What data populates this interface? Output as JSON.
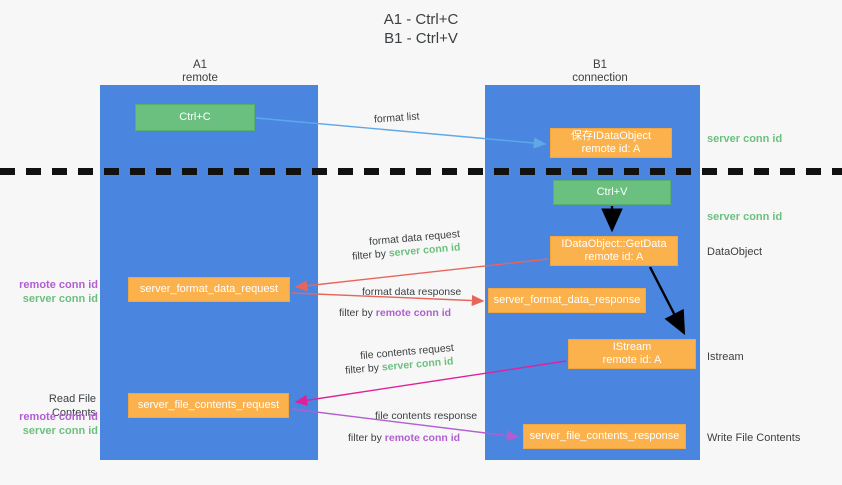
{
  "title": {
    "line1": "A1 - Ctrl+C",
    "line2": "B1 - Ctrl+V"
  },
  "lanes": [
    {
      "name": "A1",
      "sub": "remote"
    },
    {
      "name": "B1",
      "sub": "connection"
    }
  ],
  "nodes": {
    "ctrl_c": {
      "label": "Ctrl+C",
      "color": "#6cc07f"
    },
    "save_idataobject": {
      "line1": "保存IDataObject",
      "line2": "remote id: A",
      "color": "#fbb14c"
    },
    "ctrl_v": {
      "label": "Ctrl+V",
      "color": "#6cc07f"
    },
    "getdata": {
      "line1": "IDataObject::GetData",
      "line2": "remote id: A",
      "color": "#fbb14c"
    },
    "server_format_data_request": {
      "label": "server_format_data_request",
      "color": "#fbb14c"
    },
    "server_format_data_response": {
      "label": "server_format_data_response",
      "color": "#fbb14c"
    },
    "istream": {
      "line1": "IStream",
      "line2": "remote id: A",
      "color": "#fbb14c"
    },
    "server_file_contents_request": {
      "label": "server_file_contents_request",
      "color": "#fbb14c"
    },
    "server_file_contents_response": {
      "label": "server_file_contents_response",
      "color": "#fbb14c"
    }
  },
  "edges": {
    "format_list": "format list",
    "format_data_request": "format data request",
    "format_data_request_filter_prefix": "filter by ",
    "format_data_request_filter_key": "server conn id",
    "format_data_response": "format data response",
    "format_data_response_filter_prefix": "filter by ",
    "format_data_response_filter_key": "remote conn id",
    "file_contents_request": "file contents request",
    "file_contents_request_filter_prefix": "filter by ",
    "file_contents_request_filter_key": "server conn id",
    "file_contents_response": "file contents response",
    "file_contents_response_filter_prefix": "filter by ",
    "file_contents_response_filter_key": "remote conn id"
  },
  "annotations": {
    "server_conn_id_top": "server conn id",
    "server_conn_id_mid": "server conn id",
    "dataobject": "DataObject",
    "istream": "Istream",
    "write_file_contents": "Write File Contents",
    "read_file_contents": "Read File Contents",
    "left_remote_conn_id_1": "remote conn id",
    "left_server_conn_id_1": "server conn id",
    "left_remote_conn_id_2": "remote conn id",
    "left_server_conn_id_2": "server conn id"
  },
  "colors": {
    "lane": "#4a86e0",
    "green": "#6cc07f",
    "orange": "#fbb14c",
    "blue_arrow": "#5fa8e8",
    "red_arrow": "#e8655a",
    "magenta_arrow": "#e0219a",
    "purple_arrow": "#b05fd0",
    "black_arrow": "#000000",
    "server_conn_id_text": "#6cc07f",
    "remote_conn_id_text": "#b05fd0"
  }
}
